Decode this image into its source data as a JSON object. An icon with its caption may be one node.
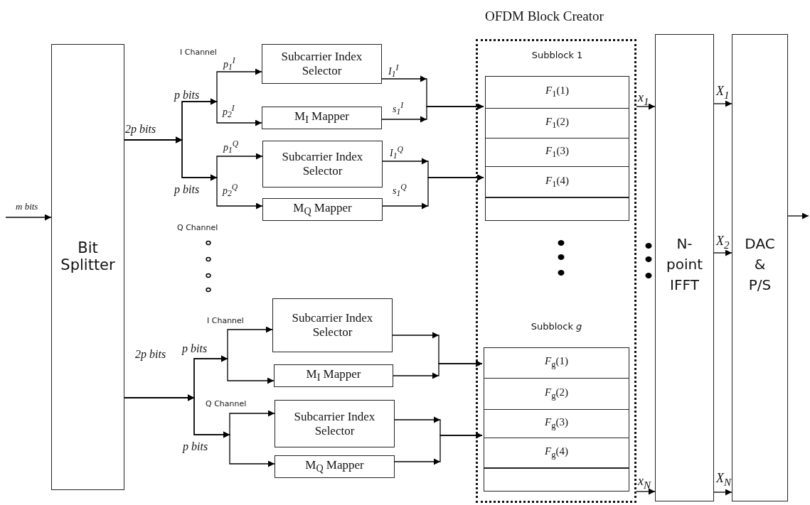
{
  "diagram": {
    "nodes": [
      {
        "text": [
          "Bit Splitter"
        ]
      },
      {
        "text": [
          "Subcarrier Index Selector"
        ]
      },
      {
        "text": [
          "M$_{I}$ Mapper"
        ]
      },
      {
        "text": [
          "Subcarrier Index Selector"
        ]
      },
      {
        "text": [
          "M$_{Q}$ Mapper"
        ]
      },
      {
        "text": [
          "Subcarrier Index Selector"
        ]
      },
      {
        "text": [
          "M$_{I}$ Mapper"
        ]
      },
      {
        "text": [
          "Subcarrier Index Selector"
        ]
      },
      {
        "text": [
          "M$_{Q}$ Mapper"
        ]
      },
      {
        "text": [
          "OFDM Block Creator"
        ]
      },
      {
        "text": [
          "Subblock 1"
        ],
        "in": 9
      },
      {
        "text": [
          "*F*$_{1}$(1)"
        ],
        "in": 10
      },
      {
        "text": [
          "*F*$_{1}$(2)"
        ],
        "in": 10
      },
      {
        "text": [
          "*F*$_{1}$(3)"
        ],
        "in": 10
      },
      {
        "text": [
          "*F*$_{1}$(4)"
        ],
        "in": 10
      },
      {
        "text": [],
        "shape": "box",
        "in": 10
      },
      {
        "text": [
          "Subblock *g*"
        ],
        "in": 9
      },
      {
        "text": [
          "*F*$_{g}$(1)"
        ],
        "in": 16
      },
      {
        "text": [
          "*F*$_{g}$(2)"
        ],
        "in": 16
      },
      {
        "text": [
          "*F*$_{g}$(3)"
        ],
        "in": 16
      },
      {
        "text": [
          "*F*$_{g}$(4)"
        ],
        "in": 16
      },
      {
        "text": [],
        "shape": "box",
        "in": 16
      },
      {
        "text": [
          "N- point IFFT"
        ]
      },
      {
        "text": [
          "DAC & P/S"
        ]
      }
    ],
    "edges": [
      {
        "from": null,
        "to": 0,
        "arrow": "to",
        "label": "m bits"
      },
      {
        "from": 0,
        "to": 1,
        "arrow": "to"
      },
      {
        "from": 0,
        "to": 2,
        "arrow": "to"
      },
      {
        "from": 0,
        "to": 3,
        "arrow": "to"
      },
      {
        "from": 0,
        "to": 4,
        "arrow": "to"
      },
      {
        "from": 1,
        "to": 10,
        "arrow": "to"
      },
      {
        "from": 2,
        "to": 10,
        "arrow": "to"
      },
      {
        "from": 3,
        "to": 10,
        "arrow": "to"
      },
      {
        "from": 4,
        "to": 10,
        "arrow": "to"
      },
      {
        "from": 0,
        "to": 5,
        "arrow": "to"
      },
      {
        "from": 0,
        "to": 6,
        "arrow": "to"
      },
      {
        "from": 0,
        "to": 7,
        "arrow": "to"
      },
      {
        "from": 0,
        "to": 8,
        "arrow": "to"
      },
      {
        "from": 5,
        "to": 16,
        "arrow": "to"
      },
      {
        "from": 6,
        "to": 16,
        "arrow": "to"
      },
      {
        "from": 7,
        "to": 16,
        "arrow": "to"
      },
      {
        "from": 8,
        "to": 16,
        "arrow": "to"
      },
      {
        "from": 9,
        "to": 22,
        "arrow": "to",
        "label": "x$_{1}$"
      },
      {
        "from": 9,
        "to": 22,
        "arrow": "to",
        "label": "x$_{N}$"
      },
      {
        "from": 22,
        "to": 23,
        "arrow": "to",
        "label": "X$_{1}$"
      },
      {
        "from": 22,
        "to": 23,
        "arrow": "to",
        "label": "X$_{2}$"
      },
      {
        "from": 22,
        "to": 23,
        "arrow": "to",
        "label": "X$_{N}$"
      },
      {
        "from": 23,
        "to": null,
        "arrow": "to"
      }
    ],
    "labels": [
      "I Channel",
      "p$_{1}$$^{I}$",
      "I$_{1}$$^{I}$",
      "2p bits",
      "p bits",
      "p$_{2}$$^{I}$",
      "s$_{1}$$^{I}$",
      "p$_{1}$$^{Q}$",
      "I$_{1}$$^{Q}$",
      "p bits",
      "p$_{2}$$^{Q}$",
      "s$_{1}$$^{Q}$",
      "Q Channel",
      "I Channel",
      "2p bits",
      "p bits",
      "Q Channel",
      "p bits"
    ]
  }
}
